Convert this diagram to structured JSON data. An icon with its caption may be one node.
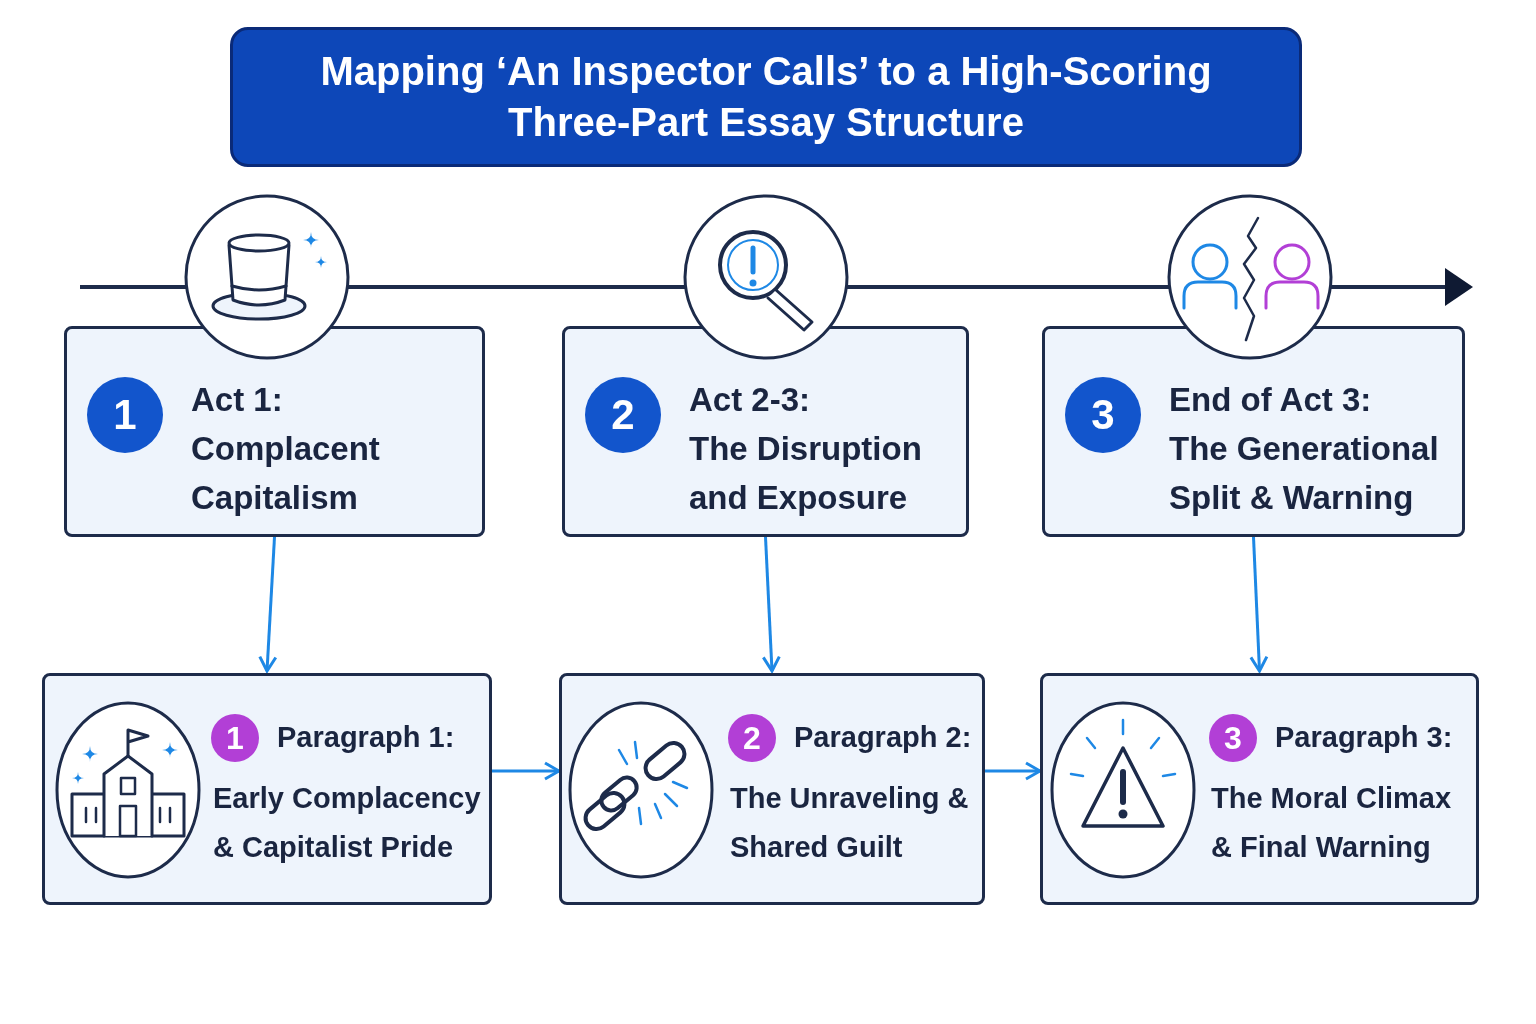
{
  "diagram": {
    "title": "Mapping ‘An Inspector Calls’ to a High-Scoring Three-Part Essay Structure",
    "nodes": [
      {
        "text": [
          "1",
          "Act 1:",
          "Complacent Capitalism"
        ]
      },
      {
        "text": [
          "2",
          "Act 2-3:",
          "The Disruption and Exposure"
        ]
      },
      {
        "text": [
          "3",
          "End of Act 3:",
          "The Generational Split & Warning"
        ]
      },
      {
        "text": [
          "1",
          "Paragraph 1:",
          "Early Complacency & Capitalist Pride"
        ]
      },
      {
        "text": [
          "2",
          "Paragraph 2:",
          "The Unraveling & Shared Guilt"
        ]
      },
      {
        "text": [
          "3",
          "Paragraph 3:",
          "The Moral Climax & Final Warning"
        ]
      }
    ],
    "edges": [
      {
        "from": 0,
        "to": 3,
        "arrow": "to"
      },
      {
        "from": 1,
        "to": 4,
        "arrow": "to"
      },
      {
        "from": 2,
        "to": 5,
        "arrow": "to"
      },
      {
        "from": 3,
        "to": 4,
        "arrow": "to"
      },
      {
        "from": 4,
        "to": 5,
        "arrow": "to"
      }
    ]
  }
}
